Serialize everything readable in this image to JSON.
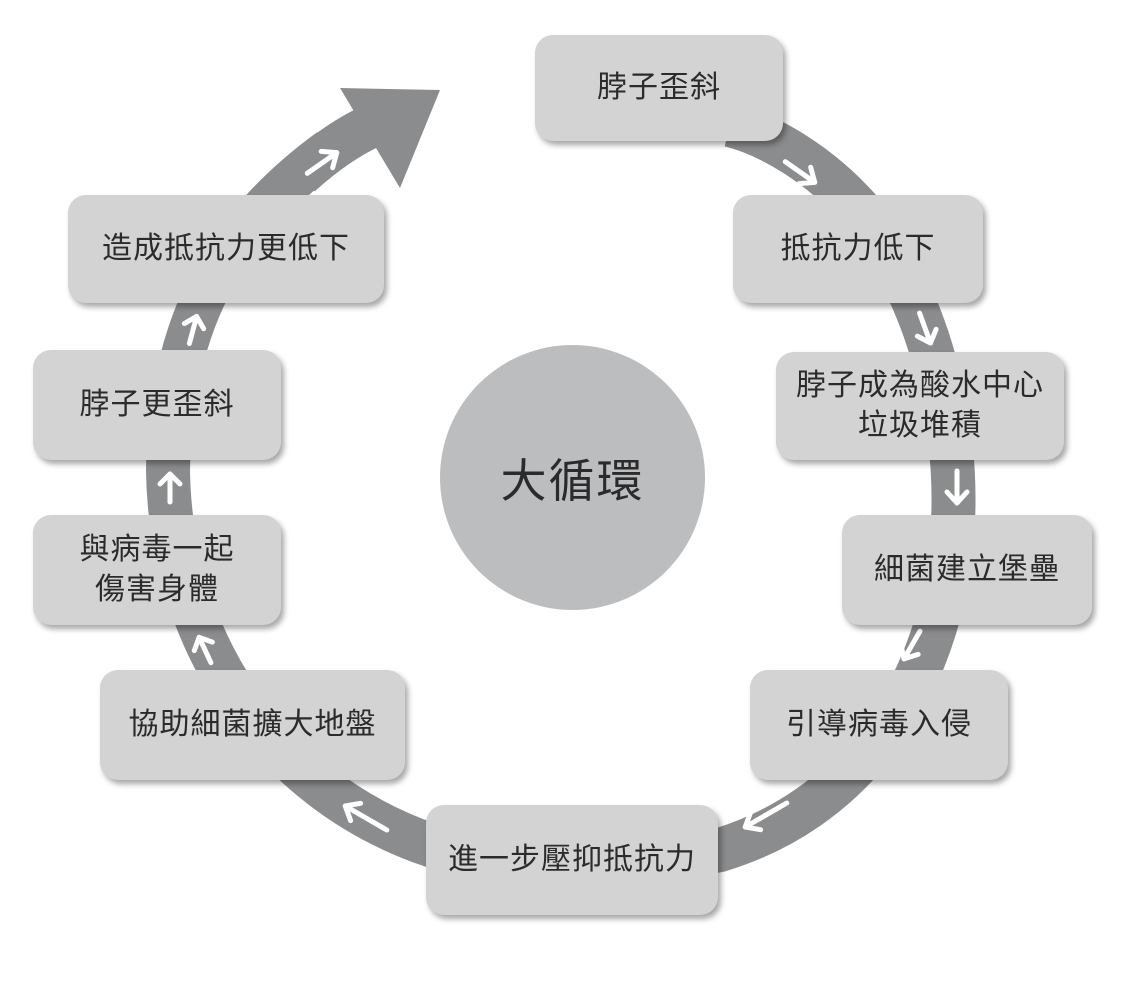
{
  "diagram": {
    "center_label": "大循環",
    "steps": [
      {
        "lines": [
          "脖子歪斜"
        ]
      },
      {
        "lines": [
          "抵抗力低下"
        ]
      },
      {
        "lines": [
          "脖子成為酸水中心",
          "垃圾堆積"
        ]
      },
      {
        "lines": [
          "細菌建立堡壘"
        ]
      },
      {
        "lines": [
          "引導病毒入侵"
        ]
      },
      {
        "lines": [
          "進一步壓抑抵抗力"
        ]
      },
      {
        "lines": [
          "協助細菌擴大地盤"
        ]
      },
      {
        "lines": [
          "與病毒一起",
          "傷害身體"
        ]
      },
      {
        "lines": [
          "脖子更歪斜"
        ]
      },
      {
        "lines": [
          "造成抵抗力更低下"
        ]
      }
    ]
  },
  "colors": {
    "ring": "#8b8c8e",
    "box_fill": "#d3d3d4",
    "center_fill": "#bcbdbf",
    "arrow_glyph": "#ffffff",
    "text": "#2b2b2b"
  },
  "icons": {
    "flow_arrow": "arrow-icon",
    "big_arrowhead": "arrowhead-icon"
  }
}
